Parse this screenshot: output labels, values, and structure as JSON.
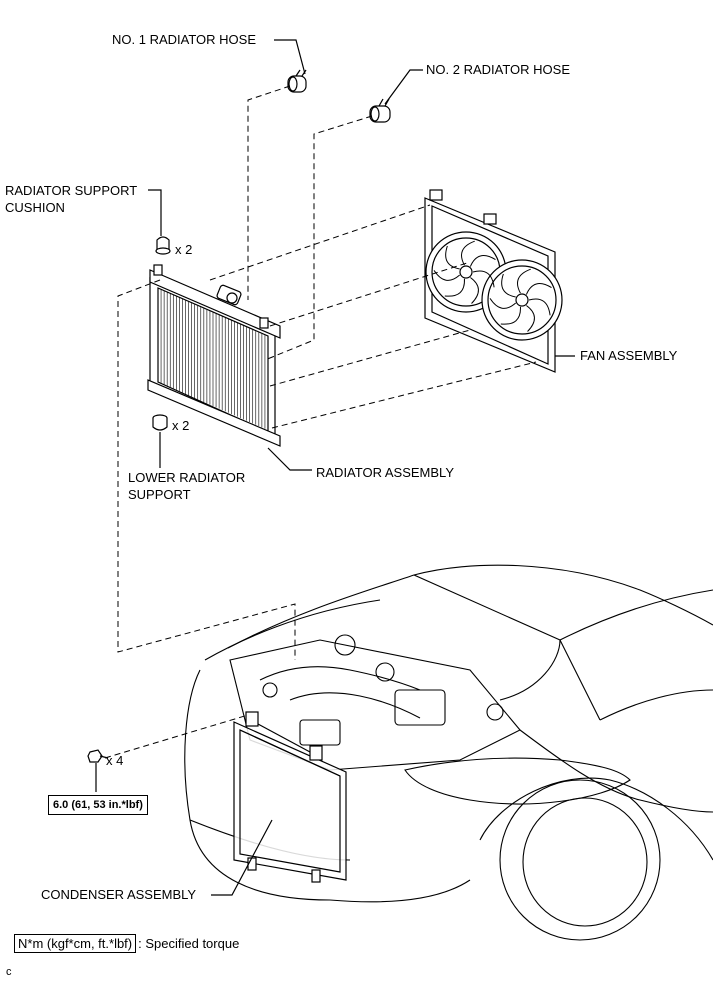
{
  "labels": {
    "no1_hose": "NO. 1 RADIATOR HOSE",
    "no2_hose": "NO. 2 RADIATOR HOSE",
    "support_cushion_l1": "RADIATOR SUPPORT",
    "support_cushion_l2": "CUSHION",
    "qty_upper": "x 2",
    "qty_lower": "x 2",
    "lower_support_l1": "LOWER RADIATOR",
    "lower_support_l2": "SUPPORT",
    "radiator_assembly": "RADIATOR ASSEMBLY",
    "fan_assembly": "FAN ASSEMBLY",
    "qty_bolts": "x 4",
    "condenser_assembly": "CONDENSER ASSEMBLY"
  },
  "torque": {
    "value": "6.0 (61, 53 in.*lbf)"
  },
  "legend": {
    "unit_box": "N*m (kgf*cm, ft.*lbf)",
    "text": ": Specified torque"
  },
  "corner_mark": "c",
  "icons": [
    "hose-clamp-icon",
    "cushion-icon",
    "bolt-icon"
  ]
}
